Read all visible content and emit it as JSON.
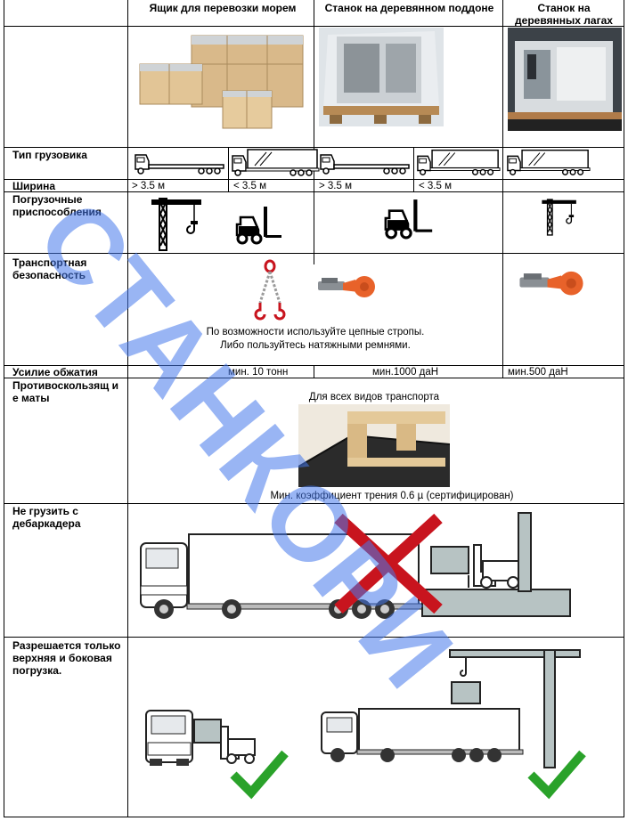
{
  "headers": {
    "col1": "Ящик для перевозки морем",
    "col2": "Станок на деревянном поддоне",
    "col3": "Станок на деревянных лагах"
  },
  "rows": {
    "truck_type": {
      "label": "Тип грузовика"
    },
    "width": {
      "label": "Ширина",
      "values": [
        "> 3.5 м",
        "< 3.5 м",
        "> 3.5 м",
        "< 3.5 м"
      ]
    },
    "loading": {
      "label": "Погрузочные приспособления"
    },
    "safety": {
      "label": "Транспортная безопасность",
      "note_line1": "По возможности используйте цепные стропы.",
      "note_line2": "Либо пользуйтесь натяжными ремнями."
    },
    "force": {
      "label": "Усилие обжатия",
      "values": [
        "мин. 10 тонн",
        "мин.1000 даН",
        "мин.500 даН"
      ]
    },
    "mats": {
      "label": "Противоскользящ ие маты",
      "caption_top": "Для всех видов транспорта",
      "caption_bottom": "Мин. коэффициент трения 0.6 µ (сертифицирован)"
    },
    "no_dock": {
      "label": "Не грузить с дебаркадера"
    },
    "allowed": {
      "label": "Разрешается только верхняя и боковая погрузка."
    }
  },
  "watermark": "СТАНКОРИ",
  "colors": {
    "watermark": "#4678eb",
    "cross": "#c8141e",
    "check": "#2aa22a",
    "strap": "#e8622a"
  }
}
